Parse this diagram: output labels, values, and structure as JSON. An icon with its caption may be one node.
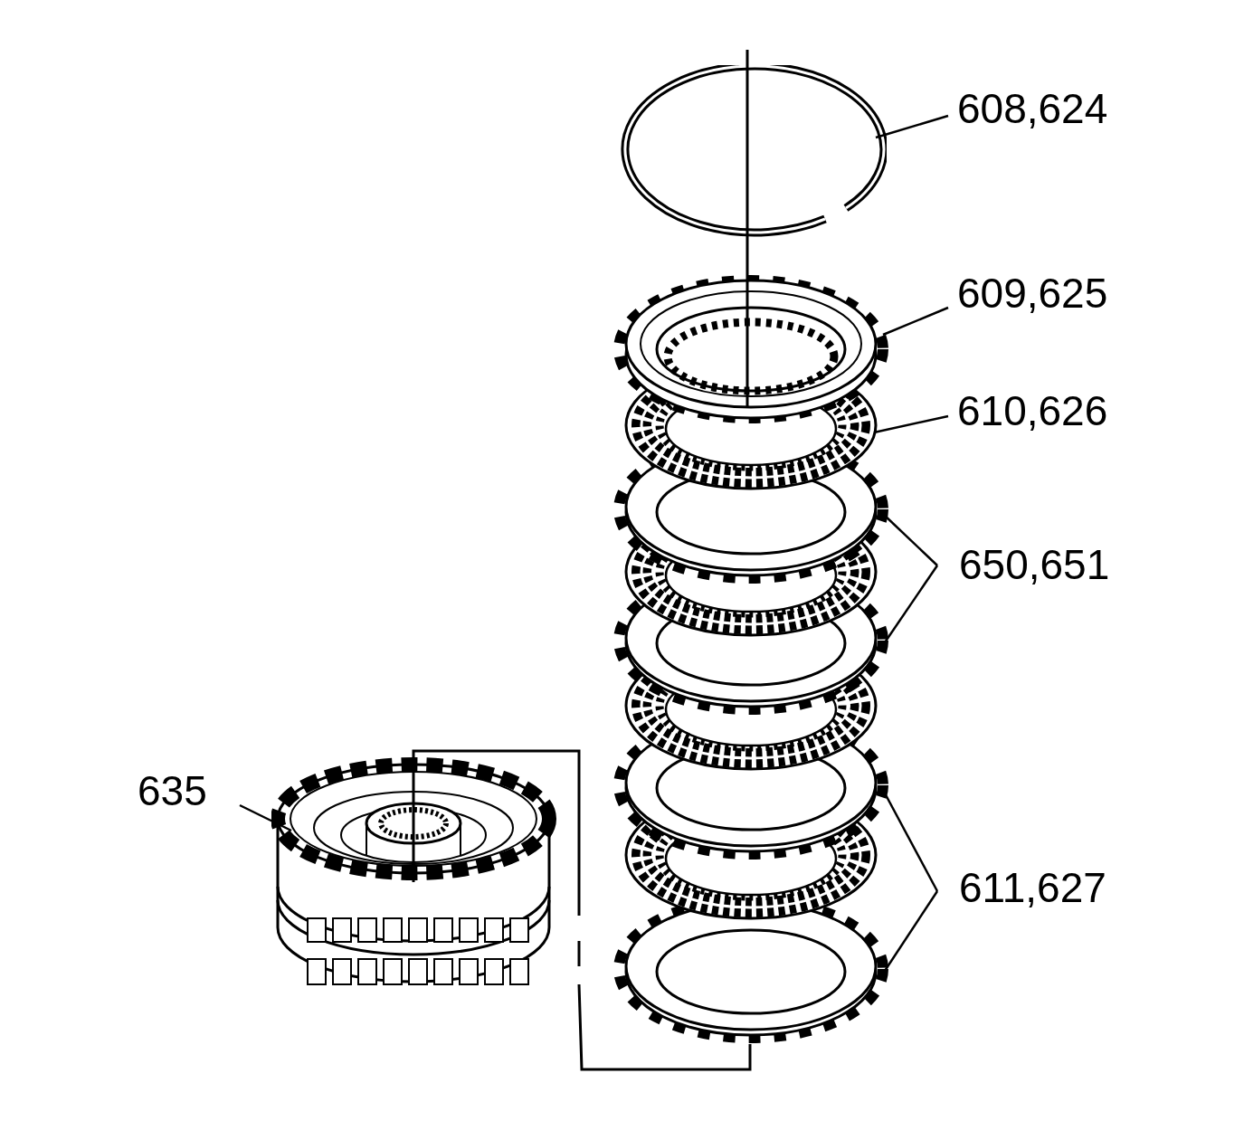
{
  "diagram": {
    "nodes": [
      {
        "text": [
          "608,624"
        ]
      },
      {
        "text": [
          "609,625"
        ]
      },
      {
        "text": [
          "610,626"
        ]
      },
      {
        "text": [
          "650,651"
        ]
      },
      {
        "text": [
          "611,627"
        ]
      },
      {
        "text": [
          "635"
        ]
      },
      {
        "text": [],
        "shape": "picture"
      },
      {
        "text": [],
        "shape": "picture"
      },
      {
        "text": [],
        "shape": "picture"
      },
      {
        "text": [],
        "shape": "picture"
      },
      {
        "text": [],
        "shape": "picture"
      },
      {
        "text": [],
        "shape": "picture"
      },
      {
        "text": [],
        "shape": "picture"
      },
      {
        "text": [],
        "shape": "picture"
      }
    ],
    "edges": [
      {
        "from": 0,
        "to": 6,
        "arrow": "none"
      },
      {
        "from": 1,
        "to": 7,
        "arrow": "none"
      },
      {
        "from": 2,
        "to": 8,
        "arrow": "none"
      },
      {
        "from": 3,
        "to": 9,
        "arrow": "none"
      },
      {
        "from": 3,
        "to": 10,
        "arrow": "none"
      },
      {
        "from": 4,
        "to": 11,
        "arrow": "none"
      },
      {
        "from": 4,
        "to": 12,
        "arrow": "none"
      },
      {
        "from": 5,
        "to": 13,
        "arrow": "none"
      }
    ]
  }
}
